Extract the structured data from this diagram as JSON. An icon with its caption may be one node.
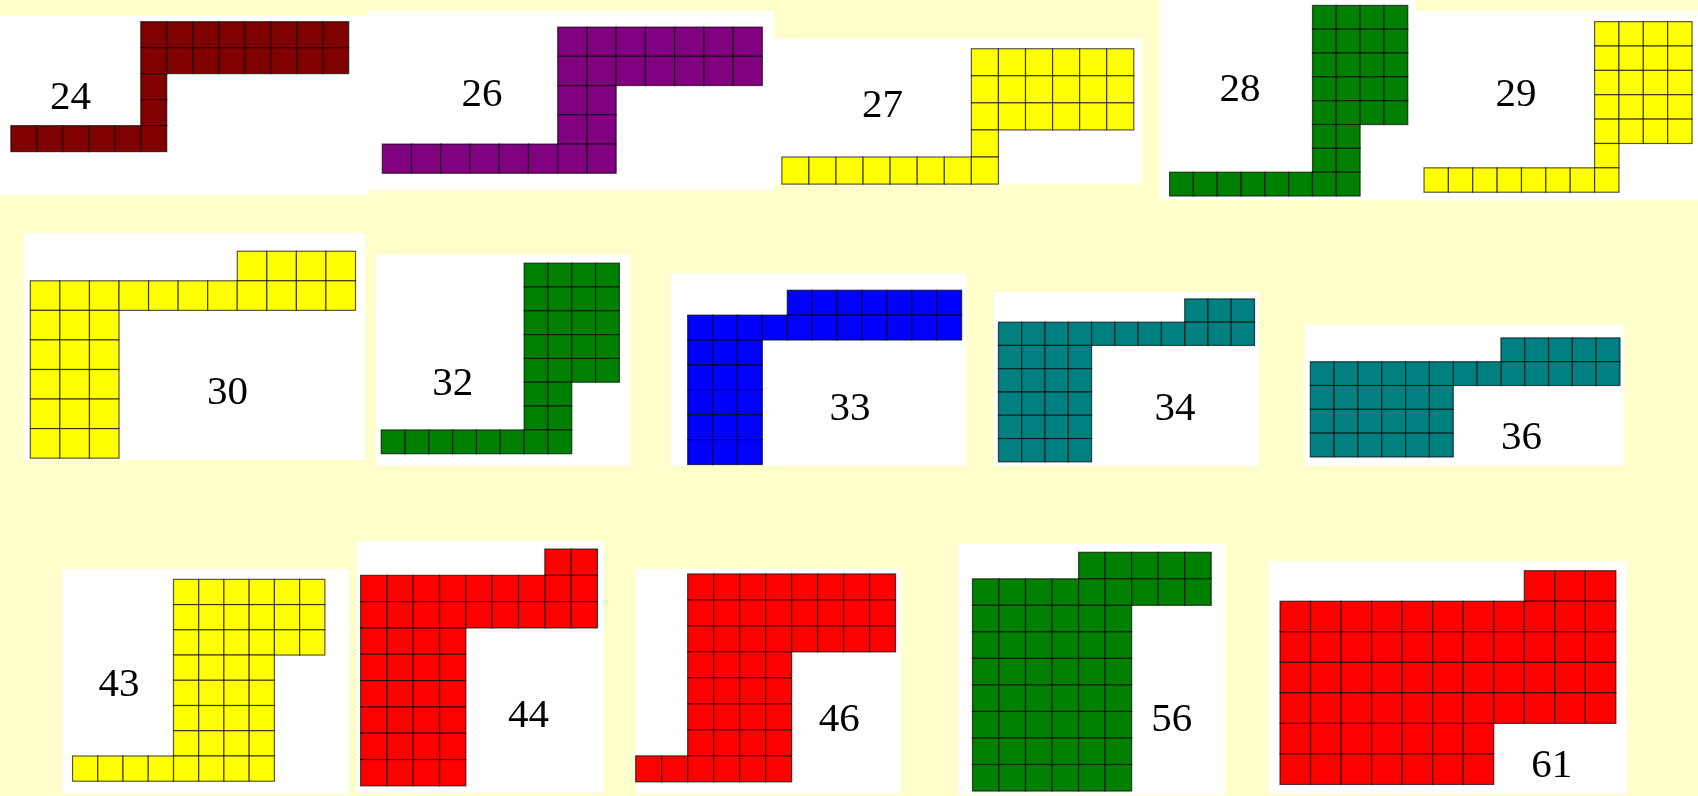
{
  "diagram": {
    "labels": [
      "24",
      "26",
      "27",
      "28",
      "29",
      "30",
      "32",
      "33",
      "34",
      "36",
      "43",
      "44",
      "46",
      "56",
      "61"
    ]
  }
}
